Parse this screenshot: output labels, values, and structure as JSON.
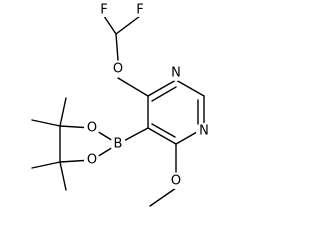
{
  "molecule": {
    "atoms": {
      "f_left": "F",
      "f_right": "F",
      "o_ether_top": "O",
      "n_ring_top": "N",
      "n_ring_bottom": "N",
      "b_boron": "B",
      "o_dioxaborolane_top": "O",
      "o_dioxaborolane_bottom": "O",
      "o_methoxy": "O"
    }
  }
}
